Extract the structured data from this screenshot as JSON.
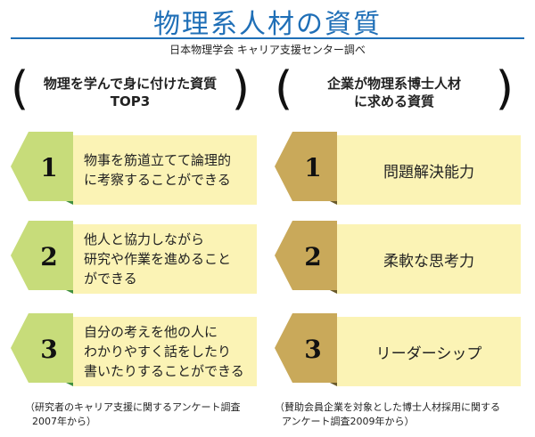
{
  "title": "物理系人材の資質",
  "source": "日本物理学会 キャリア支援センター調べ",
  "left": {
    "heading_line1": "物理を学んで身に付けた資質",
    "heading_line2": "TOP3",
    "items": [
      {
        "rank": "1",
        "line1": "物事を筋道立てて論理的",
        "line2": "に考察することができる",
        "line3": ""
      },
      {
        "rank": "2",
        "line1": "他人と協力しながら",
        "line2": "研究や作業を進めること",
        "line3": "ができる"
      },
      {
        "rank": "3",
        "line1": "自分の考えを他の人に",
        "line2": "わかりやすく話をしたり",
        "line3": "書いたりすることができる"
      }
    ],
    "note_line1": "（研究者のキャリア支援に関するアンケート調査",
    "note_line2": "2007年から）"
  },
  "right": {
    "heading_line1": "企業が物理系博士人材",
    "heading_line2": "に求める資質",
    "items": [
      {
        "rank": "1",
        "label": "問題解決能力"
      },
      {
        "rank": "2",
        "label": "柔軟な思考力"
      },
      {
        "rank": "3",
        "label": "リーダーシップ"
      }
    ],
    "note_line1": "（賛助会員企業を対象とした博士人材採用に関する",
    "note_line2": "アンケート調査2009年から）"
  },
  "colors": {
    "title_blue": "#1f6fb7",
    "left_tab_green": "#c7dc7a",
    "left_tab_fold": "#3f8f3f",
    "right_tab_gold": "#c9a95a",
    "right_tab_fold": "#6a5a2a",
    "box_yellow": "#fbf3b5"
  }
}
